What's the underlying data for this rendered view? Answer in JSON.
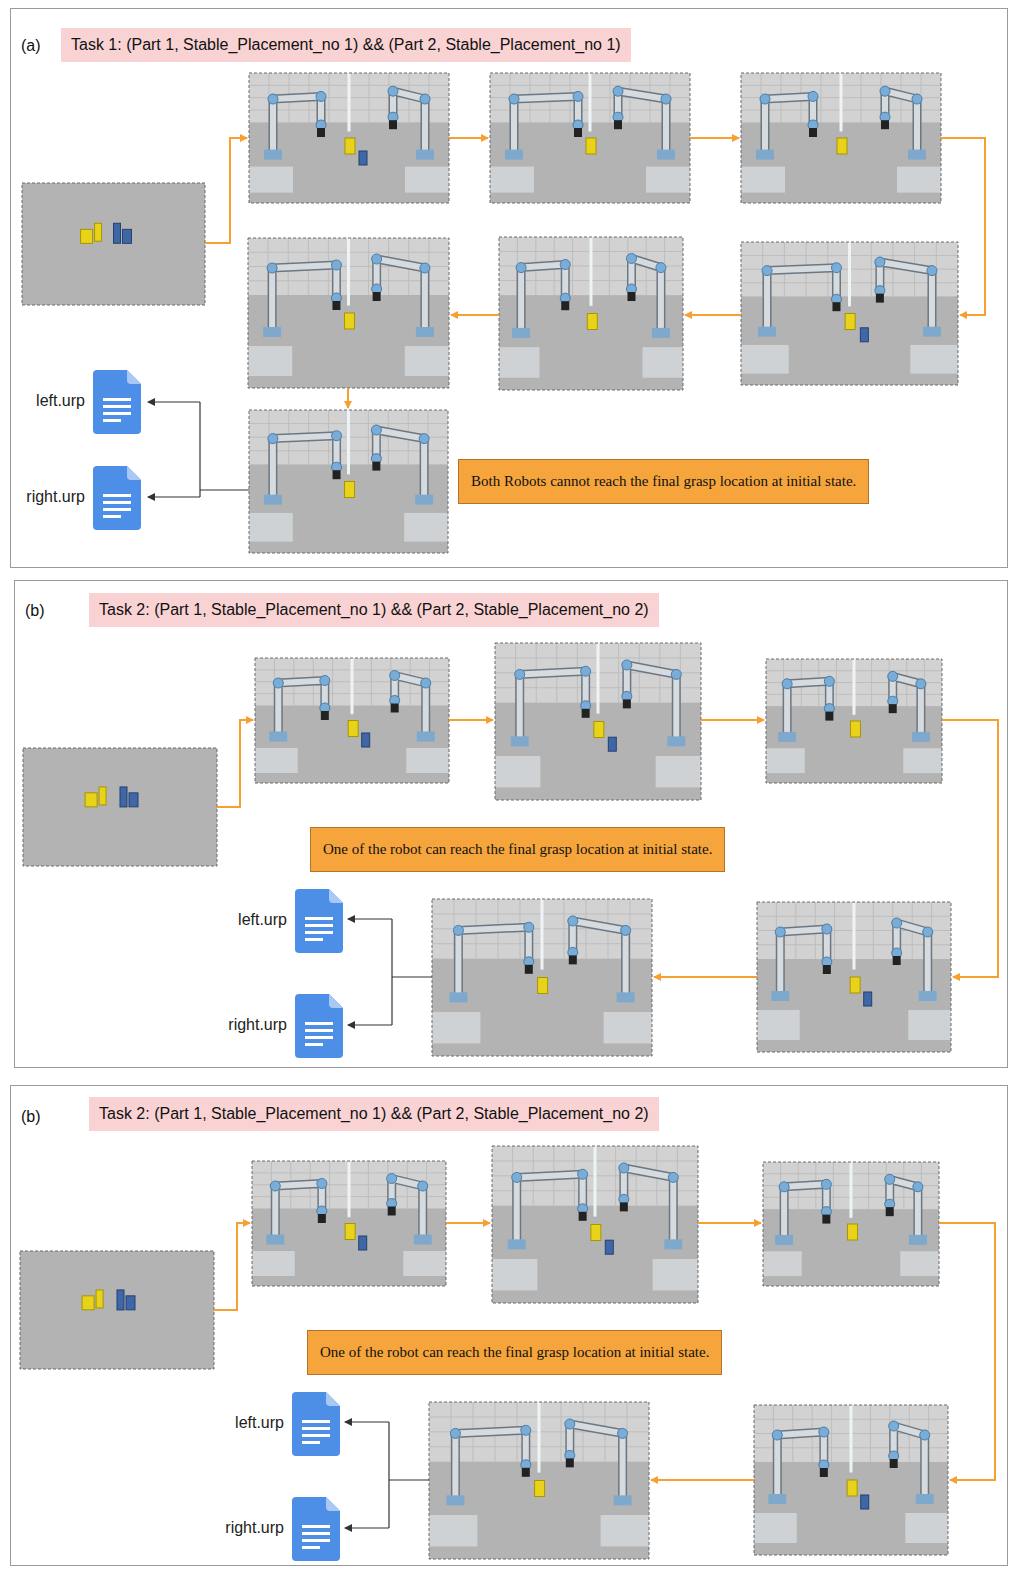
{
  "diagram": {
    "nodes": [
      {
        "text": [
          "(a)"
        ]
      },
      {
        "text": [
          "Task 1: (Part 1, Stable_Placement_no 1) && (Part 2, Stable_Placement_no 1)"
        ],
        "in": 0
      },
      {
        "text": [
          "Both Robots cannot reach the final grasp location at initial state."
        ],
        "in": 0
      },
      {
        "text": [
          "(b)"
        ]
      },
      {
        "text": [
          "Task 2: (Part 1, Stable_Placement_no 1) && (Part 2, Stable_Placement_no 2)"
        ],
        "in": 3
      },
      {
        "text": [
          "One of the robot can reach the final grasp location at initial state."
        ],
        "in": 3
      },
      {
        "text": [
          "(b)"
        ]
      },
      {
        "text": [
          "Task 2: (Part 1, Stable_Placement_no 1) && (Part 2, Stable_Placement_no 2)"
        ],
        "in": 6
      },
      {
        "text": [
          "One of the robot can reach the final grasp location at initial state."
        ],
        "in": 6
      }
    ],
    "labels": [
      "left.urp",
      "right.urp",
      "left.urp",
      "right.urp",
      "left.urp",
      "right.urp"
    ]
  }
}
